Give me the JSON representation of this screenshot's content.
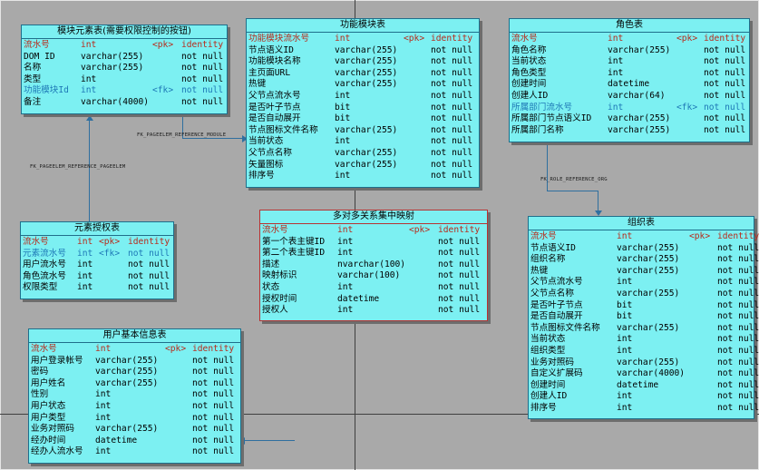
{
  "relationships": [
    {
      "name": "FK_PAGEELEM_REFERENCE_MODULE"
    },
    {
      "name": "FK_PAGEELEM_REFERENCE_PAGEELEM"
    },
    {
      "name": "FK_ROLE_REFERENCE_ORG"
    }
  ],
  "tables": {
    "module_element": {
      "title": "模块元素表(需要权限控制的按钮)",
      "columns": [
        {
          "name": "流水号",
          "type": "int",
          "key": "<pk>",
          "null": "identity"
        },
        {
          "name": "DOM ID",
          "type": "varchar(255)",
          "key": "",
          "null": "not null"
        },
        {
          "name": "名称",
          "type": "varchar(255)",
          "key": "",
          "null": "not null"
        },
        {
          "name": "类型",
          "type": "int",
          "key": "",
          "null": "not null"
        },
        {
          "name": "功能模块Id",
          "type": "int",
          "key": "<fk>",
          "null": "not null"
        },
        {
          "name": "备注",
          "type": "varchar(4000)",
          "key": "",
          "null": "not null"
        }
      ]
    },
    "module": {
      "title": "功能模块表",
      "columns": [
        {
          "name": "功能模块流水号",
          "type": "int",
          "key": "<pk>",
          "null": "identity"
        },
        {
          "name": "节点语义ID",
          "type": "varchar(255)",
          "key": "",
          "null": "not null"
        },
        {
          "name": "功能模块名称",
          "type": "varchar(255)",
          "key": "",
          "null": "not null"
        },
        {
          "name": "主页面URL",
          "type": "varchar(255)",
          "key": "",
          "null": "not null"
        },
        {
          "name": "热键",
          "type": "varchar(255)",
          "key": "",
          "null": "not null"
        },
        {
          "name": "父节点流水号",
          "type": "int",
          "key": "",
          "null": "not null"
        },
        {
          "name": "是否叶子节点",
          "type": "bit",
          "key": "",
          "null": "not null"
        },
        {
          "name": "是否自动展开",
          "type": "bit",
          "key": "",
          "null": "not null"
        },
        {
          "name": "节点图标文件名称",
          "type": "varchar(255)",
          "key": "",
          "null": "not null"
        },
        {
          "name": "当前状态",
          "type": "int",
          "key": "",
          "null": "not null"
        },
        {
          "name": "父节点名称",
          "type": "varchar(255)",
          "key": "",
          "null": "not null"
        },
        {
          "name": "矢量图标",
          "type": "varchar(255)",
          "key": "",
          "null": "not null"
        },
        {
          "name": "排序号",
          "type": "int",
          "key": "",
          "null": "not null"
        }
      ]
    },
    "role": {
      "title": "角色表",
      "columns": [
        {
          "name": "流水号",
          "type": "int",
          "key": "<pk>",
          "null": "identity"
        },
        {
          "name": "角色名称",
          "type": "varchar(255)",
          "key": "",
          "null": "not null"
        },
        {
          "name": "当前状态",
          "type": "int",
          "key": "",
          "null": "not null"
        },
        {
          "name": "角色类型",
          "type": "int",
          "key": "",
          "null": "not null"
        },
        {
          "name": "创建时间",
          "type": "datetime",
          "key": "",
          "null": "not null"
        },
        {
          "name": "创建人ID",
          "type": "varchar(64)",
          "key": "",
          "null": "not null"
        },
        {
          "name": "所属部门流水号",
          "type": "int",
          "key": "<fk>",
          "null": "not null"
        },
        {
          "name": "所属部门节点语义ID",
          "type": "varchar(255)",
          "key": "",
          "null": "not null"
        },
        {
          "name": "所属部门名称",
          "type": "varchar(255)",
          "key": "",
          "null": "not null"
        }
      ]
    },
    "element_auth": {
      "title": "元素授权表",
      "columns": [
        {
          "name": "流水号",
          "type": "int",
          "key": "<pk>",
          "null": "identity"
        },
        {
          "name": "元素流水号",
          "type": "int",
          "key": "<fk>",
          "null": "not null"
        },
        {
          "name": "用户流水号",
          "type": "int",
          "key": "",
          "null": "not null"
        },
        {
          "name": "角色流水号",
          "type": "int",
          "key": "",
          "null": "not null"
        },
        {
          "name": "权限类型",
          "type": "int",
          "key": "",
          "null": "not null"
        }
      ]
    },
    "relation_map": {
      "title": "多对多关系集中映射",
      "columns": [
        {
          "name": "流水号",
          "type": "int",
          "key": "<pk>",
          "null": "identity"
        },
        {
          "name": "第一个表主键ID",
          "type": "int",
          "key": "",
          "null": "not null"
        },
        {
          "name": "第二个表主键ID",
          "type": "int",
          "key": "",
          "null": "not null"
        },
        {
          "name": "描述",
          "type": "nvarchar(100)",
          "key": "",
          "null": "not null"
        },
        {
          "name": "映射标识",
          "type": "varchar(100)",
          "key": "",
          "null": "not null"
        },
        {
          "name": "状态",
          "type": "int",
          "key": "",
          "null": "not null"
        },
        {
          "name": "授权时间",
          "type": "datetime",
          "key": "",
          "null": "not null"
        },
        {
          "name": "授权人",
          "type": "int",
          "key": "",
          "null": "not null"
        }
      ]
    },
    "org": {
      "title": "组织表",
      "columns": [
        {
          "name": "流水号",
          "type": "int",
          "key": "<pk>",
          "null": "identity"
        },
        {
          "name": "节点语义ID",
          "type": "varchar(255)",
          "key": "",
          "null": "not null"
        },
        {
          "name": "组织名称",
          "type": "varchar(255)",
          "key": "",
          "null": "not null"
        },
        {
          "name": "热键",
          "type": "varchar(255)",
          "key": "",
          "null": "not null"
        },
        {
          "name": "父节点流水号",
          "type": "int",
          "key": "",
          "null": "not null"
        },
        {
          "name": "父节点名称",
          "type": "varchar(255)",
          "key": "",
          "null": "not null"
        },
        {
          "name": "是否叶子节点",
          "type": "bit",
          "key": "",
          "null": "not null"
        },
        {
          "name": "是否自动展开",
          "type": "bit",
          "key": "",
          "null": "not null"
        },
        {
          "name": "节点图标文件名称",
          "type": "varchar(255)",
          "key": "",
          "null": "not null"
        },
        {
          "name": "当前状态",
          "type": "int",
          "key": "",
          "null": "not null"
        },
        {
          "name": "组织类型",
          "type": "int",
          "key": "",
          "null": "not null"
        },
        {
          "name": "业务对照码",
          "type": "varchar(255)",
          "key": "",
          "null": "not null"
        },
        {
          "name": "自定义扩展码",
          "type": "varchar(4000)",
          "key": "",
          "null": "not null"
        },
        {
          "name": "创建时间",
          "type": "datetime",
          "key": "",
          "null": "not null"
        },
        {
          "name": "创建人ID",
          "type": "int",
          "key": "",
          "null": "not null"
        },
        {
          "name": "排序号",
          "type": "int",
          "key": "",
          "null": "not null"
        }
      ]
    },
    "user": {
      "title": "用户基本信息表",
      "columns": [
        {
          "name": "流水号",
          "type": "int",
          "key": "<pk>",
          "null": "identity"
        },
        {
          "name": "用户登录帐号",
          "type": "varchar(255)",
          "key": "",
          "null": "not null"
        },
        {
          "name": "密码",
          "type": "varchar(255)",
          "key": "",
          "null": "not null"
        },
        {
          "name": "用户姓名",
          "type": "varchar(255)",
          "key": "",
          "null": "not null"
        },
        {
          "name": "性别",
          "type": "int",
          "key": "",
          "null": "not null"
        },
        {
          "name": "用户状态",
          "type": "int",
          "key": "",
          "null": "not null"
        },
        {
          "name": "用户类型",
          "type": "int",
          "key": "",
          "null": "not null"
        },
        {
          "name": "业务对照码",
          "type": "varchar(255)",
          "key": "",
          "null": "not null"
        },
        {
          "name": "经办时间",
          "type": "datetime",
          "key": "",
          "null": "not null"
        },
        {
          "name": "经办人流水号",
          "type": "int",
          "key": "",
          "null": "not null"
        }
      ]
    }
  }
}
